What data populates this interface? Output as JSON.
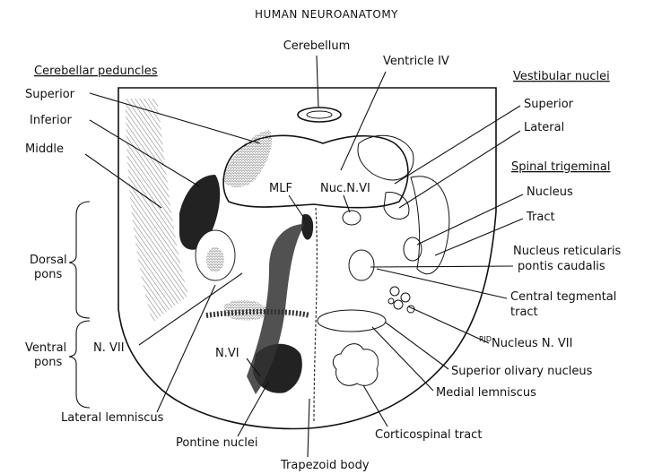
{
  "title": "HUMAN NEUROANATOMY",
  "labels": {
    "cerebellum": "Cerebellum",
    "ventricle_iv": "Ventricle IV",
    "cerebellar_peduncles": "Cerebellar peduncles",
    "superior": "Superior",
    "inferior": "Inferior",
    "middle": "Middle",
    "dorsal_pons_1": "Dorsal",
    "dorsal_pons_2": "pons",
    "ventral_pons_1": "Ventral",
    "ventral_pons_2": "pons",
    "n_vii_left": "N. VII",
    "lateral_lemniscus": "Lateral lemniscus",
    "pontine_nuclei": "Pontine nuclei",
    "trapezoid_body": "Trapezoid body",
    "mlf": "MLF",
    "nuc_n_vi": "Nuc.N.VI",
    "n_vi": "N.VI",
    "vestibular_nuclei": "Vestibular nuclei",
    "vest_superior": "Superior",
    "vest_lateral": "Lateral",
    "spinal_trigeminal": "Spinal trigeminal",
    "nucleus": "Nucleus",
    "tract": "Tract",
    "nrpc_1": "Nucleus reticularis",
    "nrpc_2": "pontis caudalis",
    "ctt_1": "Central tegmental",
    "ctt_2": "tract",
    "nucleus_n_vii": "Nucleus N. VII",
    "superior_olivary": "Superior olivary nucleus",
    "medial_lemniscus": "Medial lemniscus",
    "corticospinal": "Corticospinal tract",
    "signature": "RJD"
  },
  "colors": {
    "ink": "#111111",
    "paper": "#ffffff",
    "stipple": "#555555"
  }
}
